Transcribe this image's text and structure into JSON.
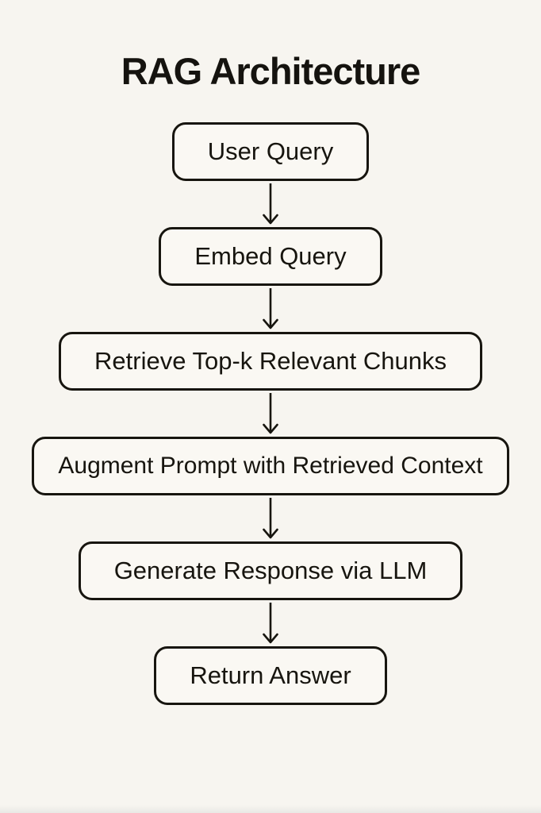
{
  "diagram": {
    "title": "RAG Architecture",
    "type": "flowchart",
    "direction": "top-to-bottom",
    "nodes": [
      {
        "id": "user-query",
        "label": "User Query"
      },
      {
        "id": "embed-query",
        "label": "Embed Query"
      },
      {
        "id": "retrieve-chunks",
        "label": "Retrieve Top-k Relevant Chunks"
      },
      {
        "id": "augment-prompt",
        "label": "Augment Prompt with Retrieved Context"
      },
      {
        "id": "generate-response",
        "label": "Generate Response via LLM"
      },
      {
        "id": "return-answer",
        "label": "Return Answer"
      }
    ],
    "edges": [
      {
        "from": "user-query",
        "to": "embed-query"
      },
      {
        "from": "embed-query",
        "to": "retrieve-chunks"
      },
      {
        "from": "retrieve-chunks",
        "to": "augment-prompt"
      },
      {
        "from": "augment-prompt",
        "to": "generate-response"
      },
      {
        "from": "generate-response",
        "to": "return-answer"
      }
    ],
    "connector_icon": "arrow-down-icon",
    "colors": {
      "background": "#f7f5f0",
      "node_fill": "#faf8f3",
      "node_border": "#17150f",
      "text": "#15130f"
    }
  }
}
